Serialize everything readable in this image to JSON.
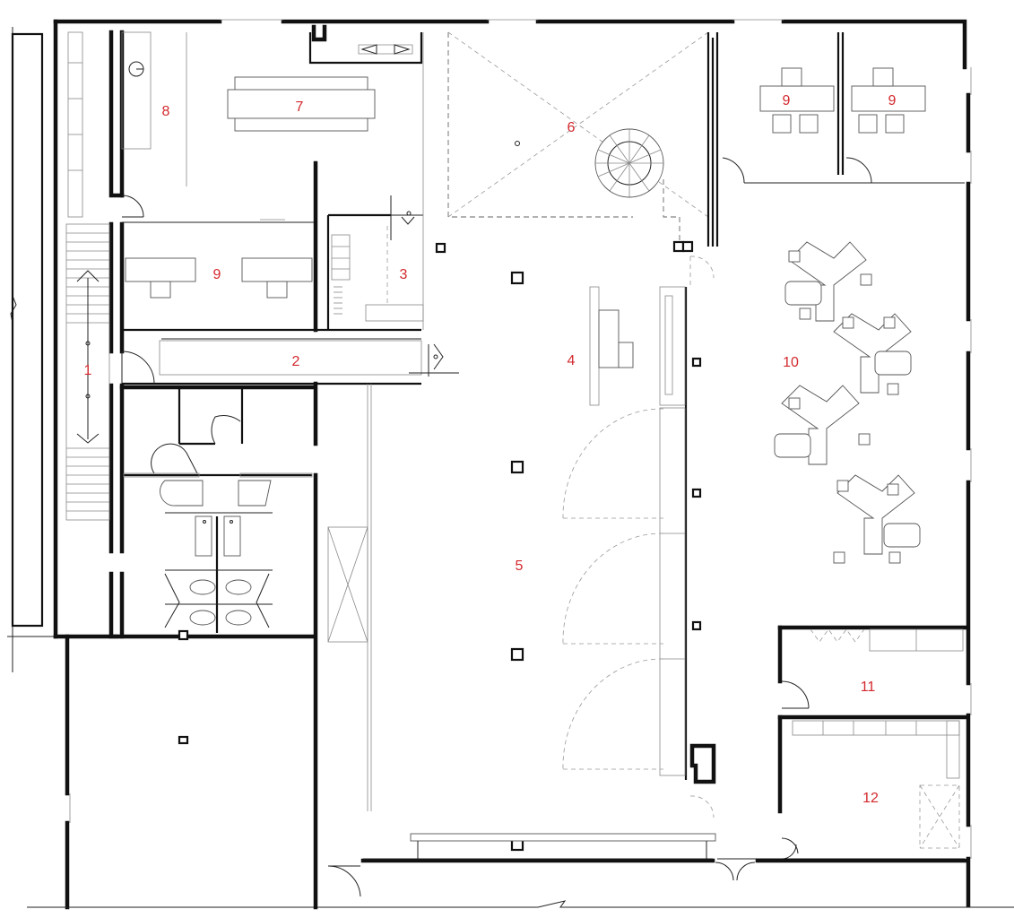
{
  "rooms": [
    {
      "id": "r1",
      "label": "1"
    },
    {
      "id": "r2",
      "label": "2"
    },
    {
      "id": "r3",
      "label": "3"
    },
    {
      "id": "r4",
      "label": "4"
    },
    {
      "id": "r5",
      "label": "5"
    },
    {
      "id": "r6",
      "label": "6"
    },
    {
      "id": "r7",
      "label": "7"
    },
    {
      "id": "r8",
      "label": "8"
    },
    {
      "id": "r9a",
      "label": "9"
    },
    {
      "id": "r9b",
      "label": "9"
    },
    {
      "id": "r9c",
      "label": "9"
    },
    {
      "id": "r10",
      "label": "10"
    },
    {
      "id": "r11",
      "label": "11"
    },
    {
      "id": "r12",
      "label": "12"
    }
  ],
  "colors": {
    "label": "#d3282d",
    "wall": "#111111",
    "background": "#ffffff"
  }
}
